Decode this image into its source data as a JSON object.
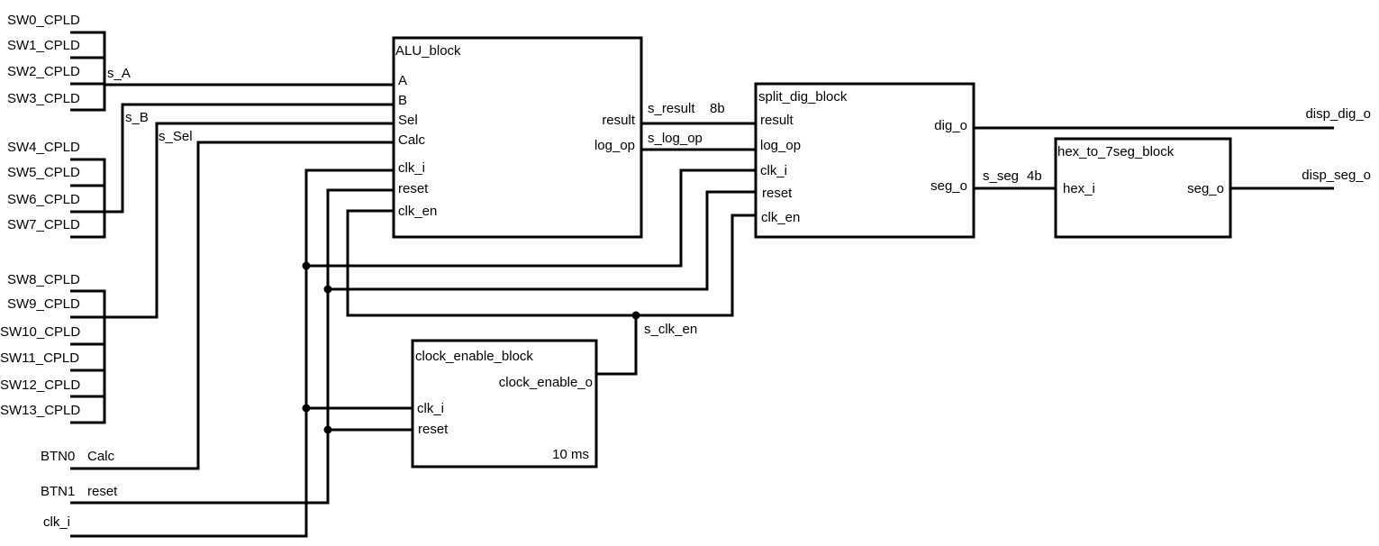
{
  "inputs": {
    "switches": [
      "SW0_CPLD",
      "SW1_CPLD",
      "SW2_CPLD",
      "SW3_CPLD",
      "SW4_CPLD",
      "SW5_CPLD",
      "SW6_CPLD",
      "SW7_CPLD",
      "SW8_CPLD",
      "SW9_CPLD",
      "SW10_CPLD",
      "SW11_CPLD",
      "SW12_CPLD",
      "SW13_CPLD"
    ],
    "btn0": "BTN0",
    "btn1": "BTN1",
    "clk": "clk_i"
  },
  "signals": {
    "s_A": "s_A",
    "s_B": "s_B",
    "s_Sel": "s_Sel",
    "calc": "Calc",
    "reset": "reset",
    "s_result": "s_result",
    "s_result_width": "8b",
    "s_log_op": "s_log_op",
    "s_clk_en": "s_clk_en",
    "s_seg": "s_seg",
    "s_seg_width": "4b"
  },
  "blocks": {
    "alu": {
      "title": "ALU_block",
      "ports_in": [
        "A",
        "B",
        "Sel",
        "Calc",
        "clk_i",
        "reset",
        "clk_en"
      ],
      "ports_out": [
        "result",
        "log_op"
      ]
    },
    "split": {
      "title": "split_dig_block",
      "ports_in": [
        "result",
        "log_op",
        "clk_i",
        "reset",
        "clk_en"
      ],
      "ports_out": [
        "dig_o",
        "seg_o"
      ]
    },
    "hex": {
      "title": "hex_to_7seg_block",
      "port_in": "hex_i",
      "port_out": "seg_o"
    },
    "clock_enable": {
      "title": "clock_enable_block",
      "port_out": "clock_enable_o",
      "ports_in": [
        "clk_i",
        "reset"
      ],
      "period": "10 ms"
    }
  },
  "outputs": {
    "disp_dig": "disp_dig_o",
    "disp_seg": "disp_seg_o"
  }
}
